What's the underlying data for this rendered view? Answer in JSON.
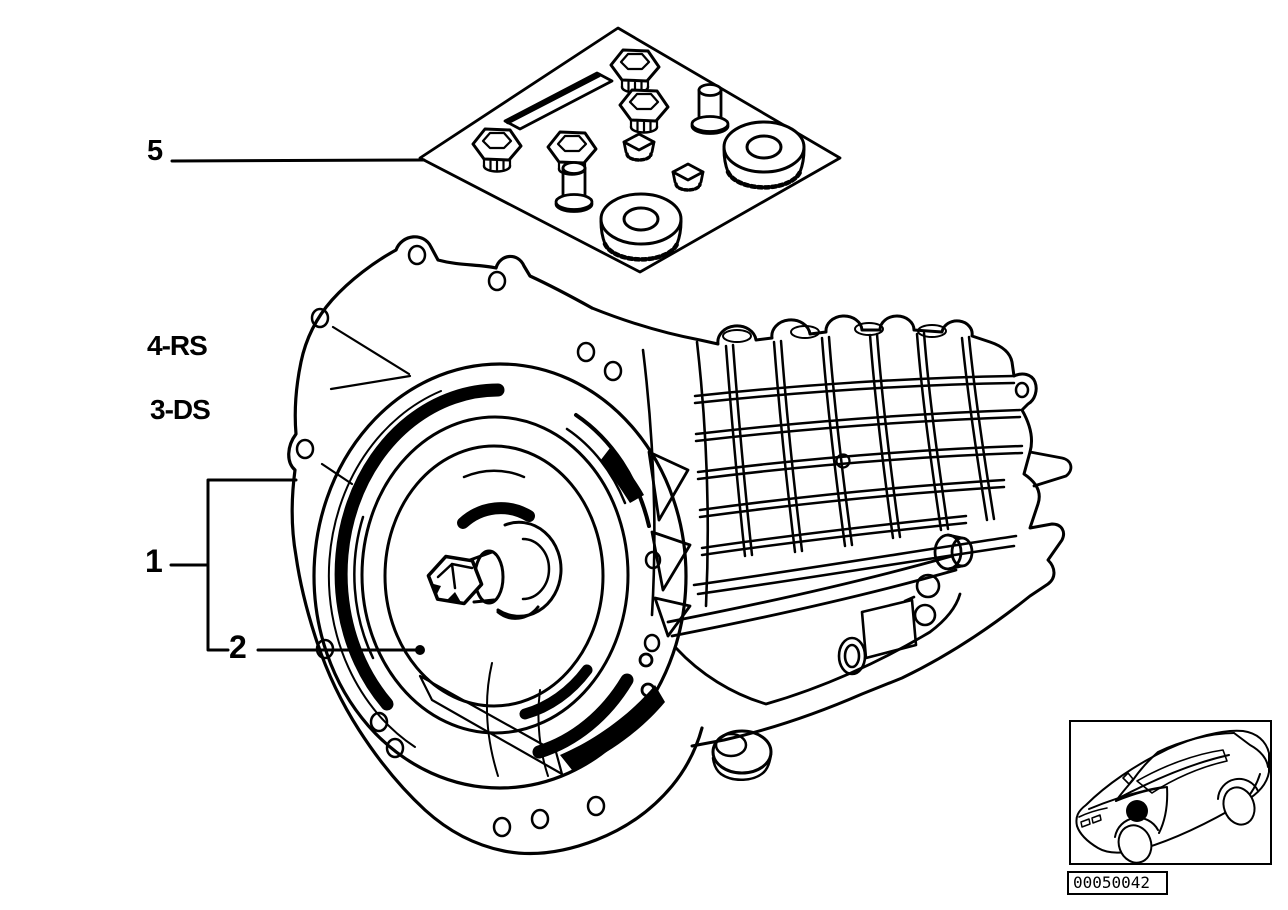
{
  "colors": {
    "background": "#ffffff",
    "line": "#000000"
  },
  "callouts": [
    {
      "id": "5",
      "label": "5"
    },
    {
      "id": "4rs",
      "label": "4-RS"
    },
    {
      "id": "3ds",
      "label": "3-DS"
    },
    {
      "id": "1",
      "label": "1"
    },
    {
      "id": "2",
      "label": "2"
    }
  ],
  "image_code": "00050042",
  "icons": {
    "vehicle_locator": "car-location-icon"
  }
}
